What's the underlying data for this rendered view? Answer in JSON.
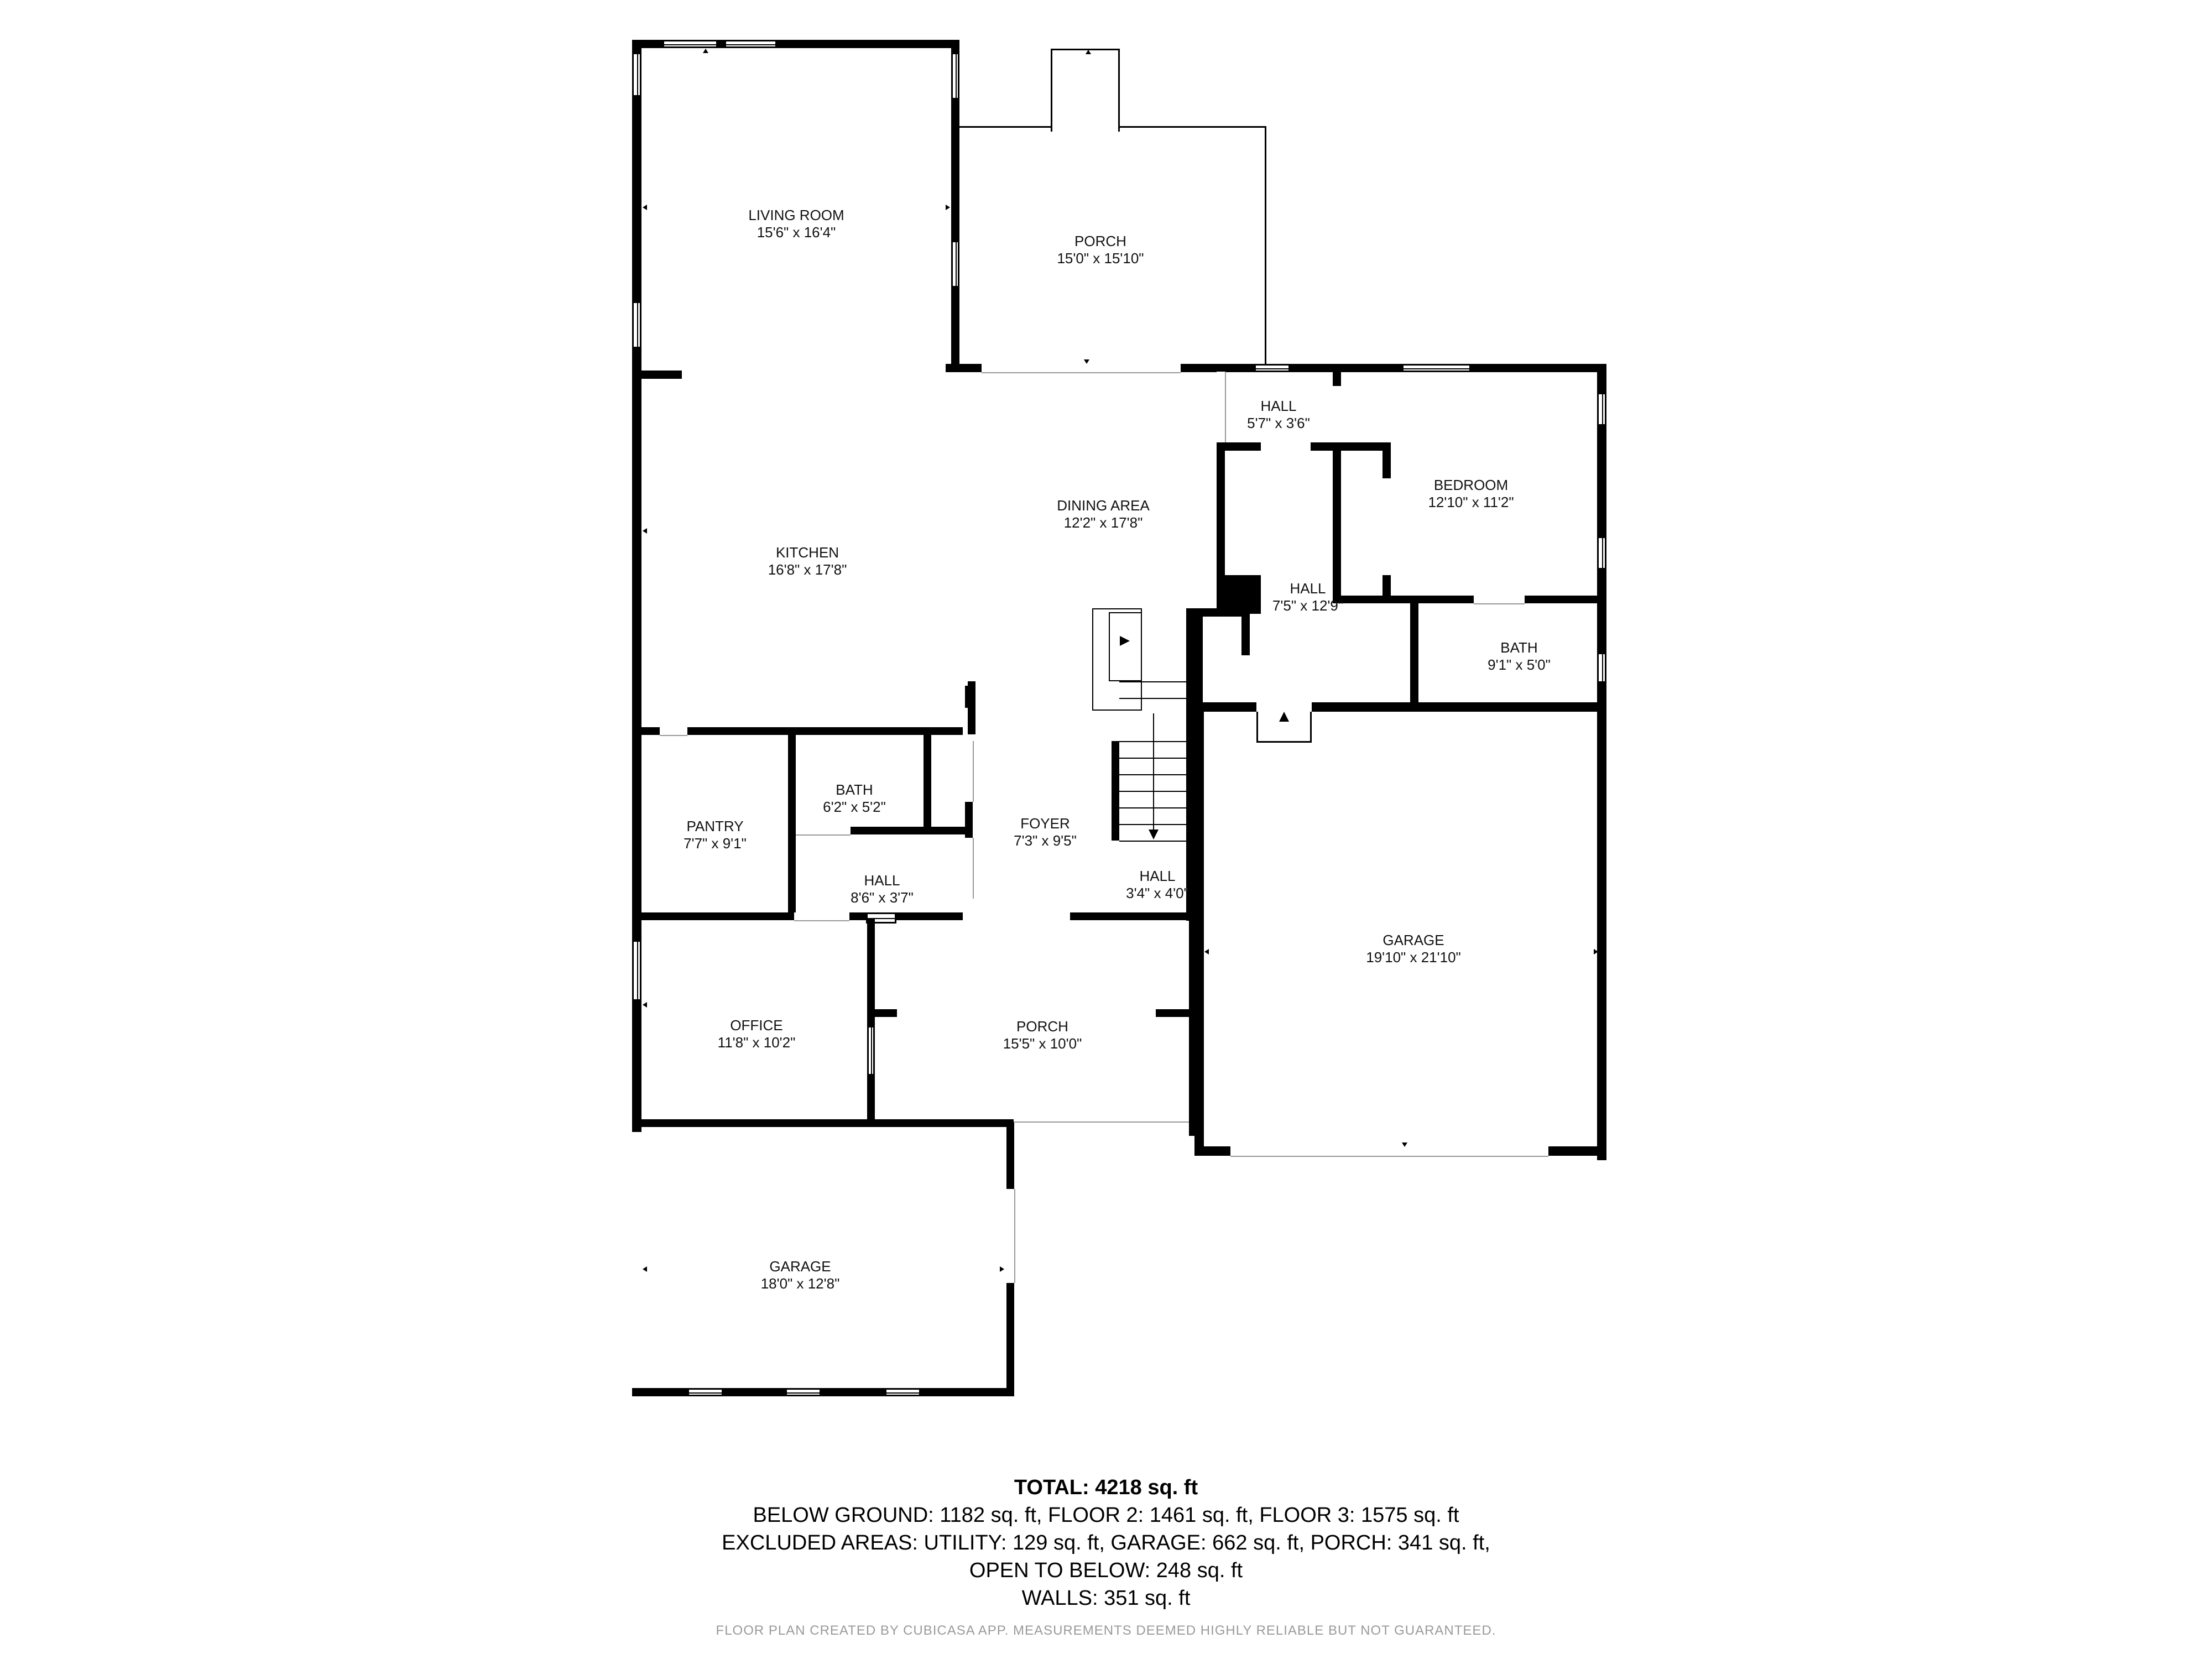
{
  "rooms": {
    "living_room": {
      "name": "LIVING ROOM",
      "dim": "15'6\" x 16'4\""
    },
    "porch_back": {
      "name": "PORCH",
      "dim": "15'0\" x 15'10\""
    },
    "hall_upper": {
      "name": "HALL",
      "dim": "5'7\" x 3'6\""
    },
    "bedroom": {
      "name": "BEDROOM",
      "dim": "12'10\" x 11'2\""
    },
    "dining_area": {
      "name": "DINING AREA",
      "dim": "12'2\" x 17'8\""
    },
    "kitchen": {
      "name": "KITCHEN",
      "dim": "16'8\" x 17'8\""
    },
    "hall_center": {
      "name": "HALL",
      "dim": "7'5\" x 12'9\""
    },
    "bath_right": {
      "name": "BATH",
      "dim": "9'1\" x 5'0\""
    },
    "pantry": {
      "name": "PANTRY",
      "dim": "7'7\" x 9'1\""
    },
    "bath_small": {
      "name": "BATH",
      "dim": "6'2\" x 5'2\""
    },
    "foyer": {
      "name": "FOYER",
      "dim": "7'3\" x 9'5\""
    },
    "hall_lower": {
      "name": "HALL",
      "dim": "8'6\" x 3'7\""
    },
    "hall_stair": {
      "name": "HALL",
      "dim": "3'4\" x 4'0\""
    },
    "garage_large": {
      "name": "GARAGE",
      "dim": "19'10\" x 21'10\""
    },
    "office": {
      "name": "OFFICE",
      "dim": "11'8\" x 10'2\""
    },
    "porch_front": {
      "name": "PORCH",
      "dim": "15'5\" x 10'0\""
    },
    "garage_small": {
      "name": "GARAGE",
      "dim": "18'0\" x 12'8\""
    }
  },
  "summary": {
    "total": "TOTAL: 4218 sq. ft",
    "floors": "BELOW GROUND: 1182 sq. ft, FLOOR 2: 1461 sq. ft, FLOOR 3: 1575 sq. ft",
    "excluded": "EXCLUDED AREAS: UTILITY: 129 sq. ft, GARAGE: 662 sq. ft, PORCH: 341 sq. ft,",
    "open_to_below": "OPEN TO BELOW: 248 sq. ft",
    "walls": "WALLS: 351 sq. ft"
  },
  "footer": "FLOOR PLAN CREATED BY CUBICASA APP. MEASUREMENTS DEEMED HIGHLY RELIABLE BUT NOT GUARANTEED.",
  "colors": {
    "walls": "#000000",
    "background": "#ffffff",
    "footer_text": "#9a9a9a"
  }
}
